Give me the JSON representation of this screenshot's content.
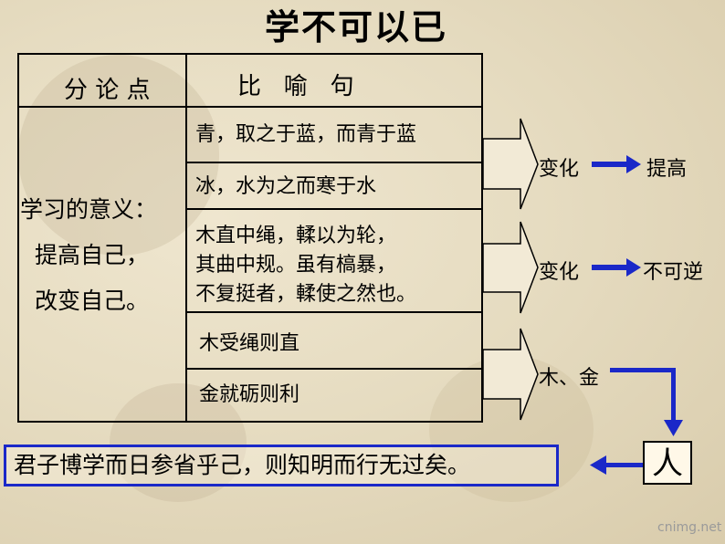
{
  "title": "学不可以已",
  "table": {
    "header_left": "分 论 点",
    "header_right": "比   喻   句",
    "meaning_lines": [
      "学习的意义：",
      "提高自己，",
      "改变自己。"
    ],
    "rows": [
      [
        "青，取之于蓝，而青于蓝"
      ],
      [
        "冰，水为之而寒于水"
      ],
      [
        "木直中绳，輮以为轮，",
        "其曲中规。虽有槁暴，",
        "不复挺者，輮使之然也。"
      ],
      [
        "木受绳则直"
      ],
      [
        "金就砺则利"
      ]
    ]
  },
  "flows": [
    {
      "from": "变化",
      "to": "提高"
    },
    {
      "from": "变化",
      "to": "不可逆"
    },
    {
      "from": "木、金",
      "to": "人"
    }
  ],
  "conclusion": "君子博学而日参省乎己，则知明而行无过矣。",
  "watermark": "cnimg.net",
  "colors": {
    "accent_blue": "#1a28c8",
    "line": "#000000",
    "arrow_fill": "#f2ead6"
  }
}
